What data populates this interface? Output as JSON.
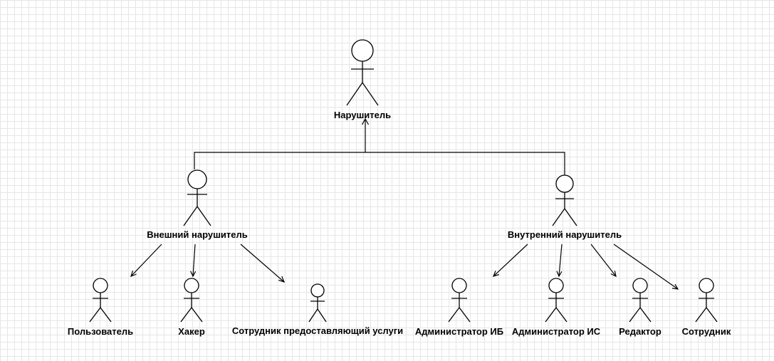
{
  "actors": {
    "root": "Нарушитель",
    "external": "Внешний нарушитель",
    "internal": "Внутренний нарушитель",
    "user": "Пользователь",
    "hacker": "Хакер",
    "service_employee": "Сотрудник предоставляющий услуги",
    "admin_ib": "Администратор ИБ",
    "admin_is": "Администратор ИС",
    "editor": "Редактор",
    "employee": "Сотрудник"
  }
}
